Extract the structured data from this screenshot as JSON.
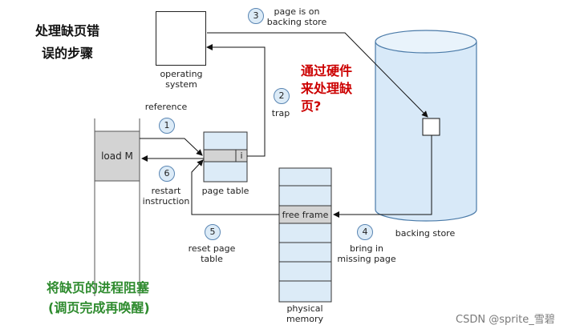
{
  "annotations": {
    "left_title_line1": "处理缺页错",
    "left_title_line2": "误的步骤",
    "red_note_line1": "通过硬件",
    "red_note_line2": "来处理缺",
    "red_note_line3": "页?",
    "green_note_line1": "将缺页的进程阻塞",
    "green_note_line2": "(调页完成再唤醒)"
  },
  "components": {
    "os_line1": "operating",
    "os_line2": "system",
    "process_instruction": "load M",
    "page_table_entry": "i",
    "page_table_label": "page table",
    "free_frame": "free frame",
    "memory_line1": "physical",
    "memory_line2": "memory",
    "backing_store": "backing store"
  },
  "steps": [
    {
      "number": "1",
      "line1": "reference",
      "line2": ""
    },
    {
      "number": "2",
      "line1": "trap",
      "line2": ""
    },
    {
      "number": "3",
      "line1": "page is on",
      "line2": "backing store"
    },
    {
      "number": "4",
      "line1": "bring in",
      "line2": "missing page"
    },
    {
      "number": "5",
      "line1": "reset page",
      "line2": "table"
    },
    {
      "number": "6",
      "line1": "restart",
      "line2": "instruction"
    }
  ],
  "colors": {
    "red": "#cc0000",
    "green": "#2e8b2e",
    "cylinder_fill": "#d8e9f8",
    "cylinder_stroke": "#4a7aa8",
    "shaded": "#d3d3d3",
    "memory_fill": "#dcebf7"
  },
  "watermark": "CSDN @sprite_雪碧"
}
